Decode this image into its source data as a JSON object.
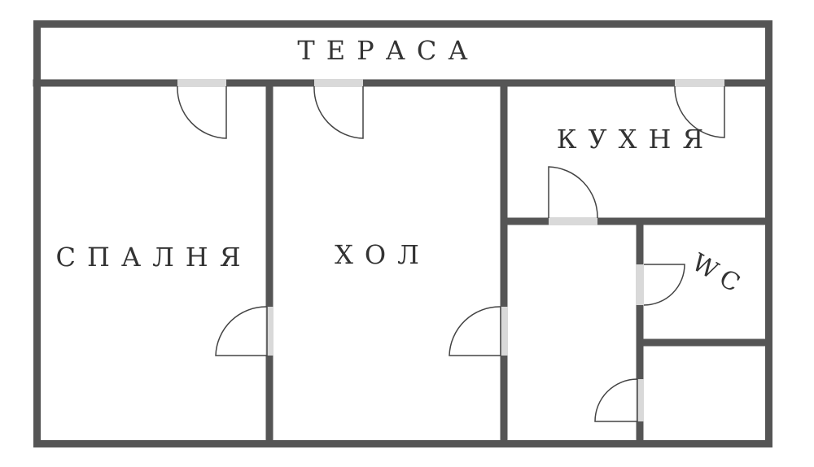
{
  "rooms": {
    "terrace": "ТЕРАСА",
    "bedroom": "СПАЛНЯ",
    "hall": "ХОЛ",
    "kitchen": "КУХНЯ",
    "wc": "WC"
  },
  "colors": {
    "wall": "#555555",
    "door_opening": "#d9d9d9",
    "door_line": "#444444",
    "background": "#ffffff"
  }
}
